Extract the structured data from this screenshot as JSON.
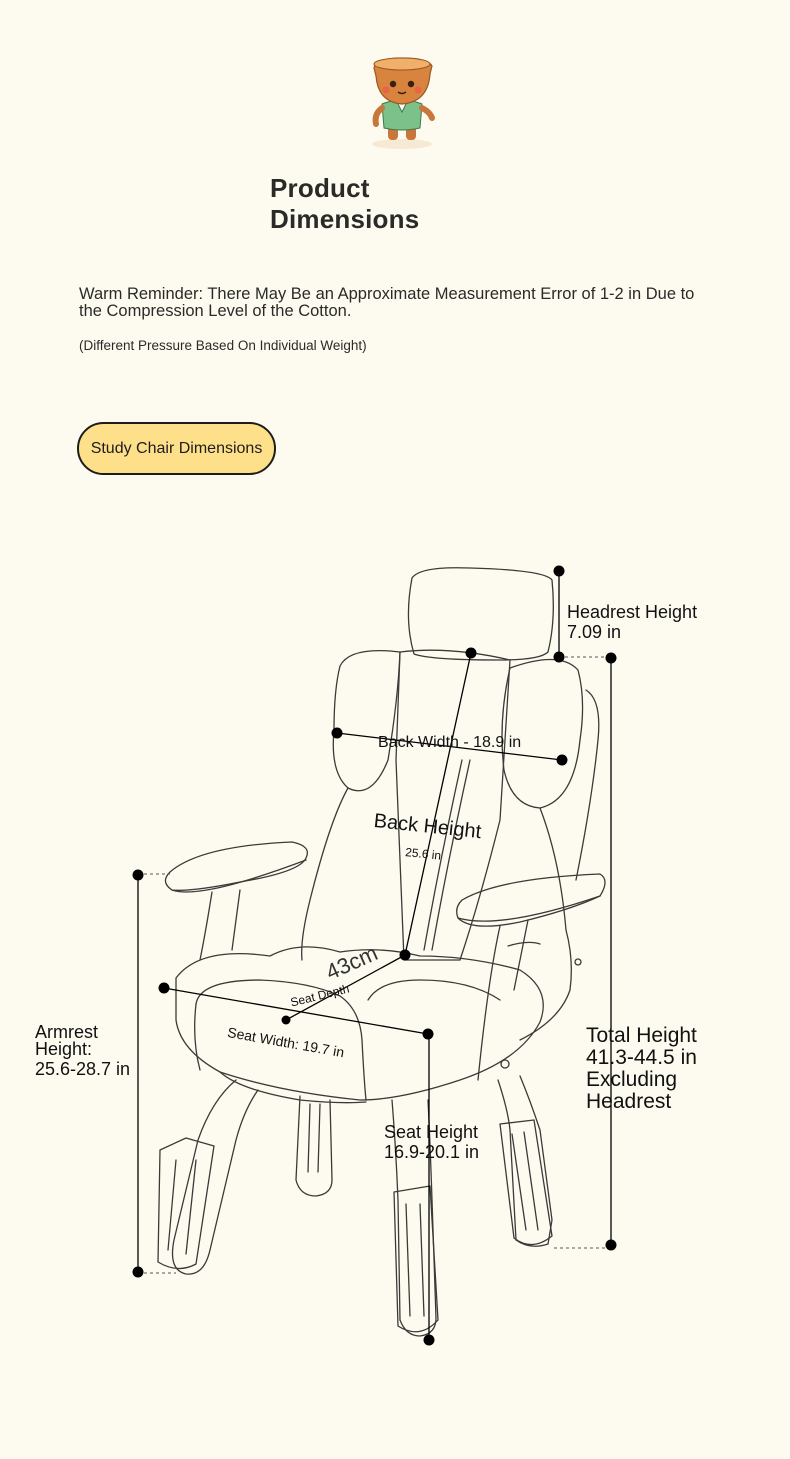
{
  "header": {
    "title": "Product Dimensions"
  },
  "notice": {
    "reminder": "Warm Reminder: There May Be an Approximate Measurement Error of 1-2 in Due to the Compression Level of the Cotton.",
    "note": "(Different Pressure Based On Individual Weight)"
  },
  "tab": {
    "label": "Study Chair Dimensions"
  },
  "diagram": {
    "headrest_label": "Headrest Height",
    "headrest_value": "7.09 in",
    "back_width": "Back Width - 18.9 in",
    "back_height_label": "Back Height",
    "back_height_value": "25.6 in",
    "seat_depth": "Seat Depth",
    "seat_width": "Seat Width: 19.7 in",
    "stamp_text": "43cm",
    "armrest_line1": "Armrest",
    "armrest_line2": "Height:",
    "armrest_value": "25.6-28.7 in",
    "total_line1": "Total Height",
    "total_value": "41.3-44.5 in",
    "total_line3": "Excluding",
    "total_line4": "Headrest",
    "seat_height_label": "Seat Height",
    "seat_height_value": "16.9-20.1 in"
  },
  "colors": {
    "background": "#fdfbf0",
    "pill": "#ffe08a",
    "ink": "#1d1d1b"
  },
  "icons": {
    "mascot": "tree-stump-mascot-icon"
  }
}
